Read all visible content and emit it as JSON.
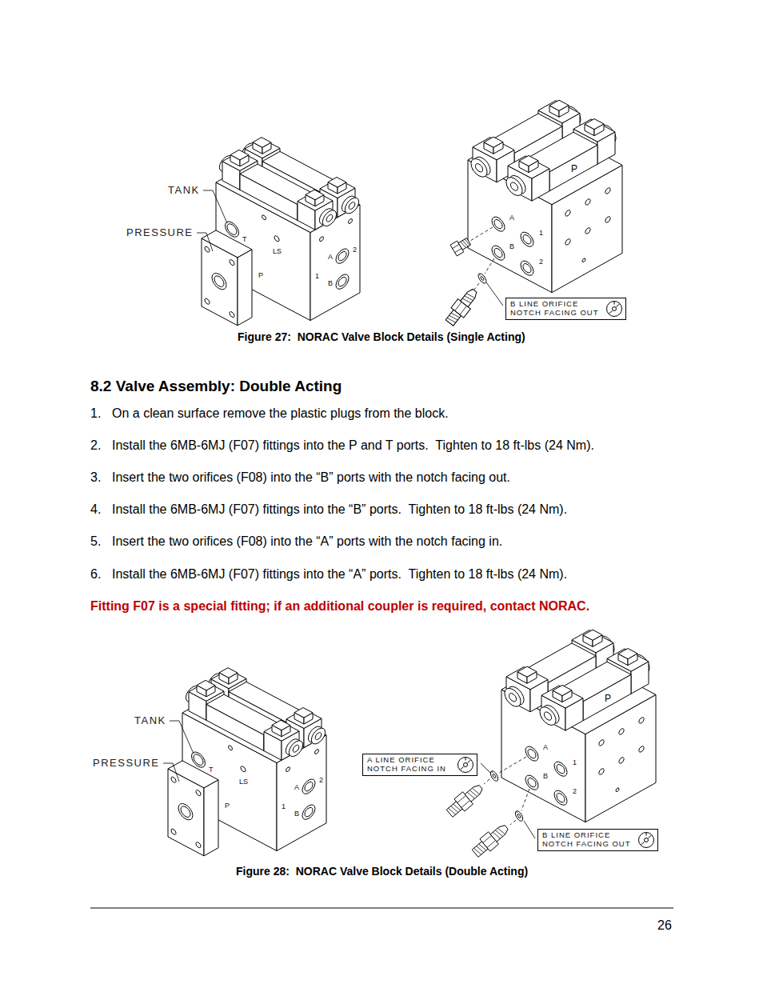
{
  "diagram": {
    "title": "8.2 Valve Assembly: Double Acting",
    "nodes": [
      {
        "text": [
          "B LINE ORIFICE NOTCH FACING OUT"
        ]
      },
      {
        "text": [
          "A LINE ORIFICE NOTCH FACING IN"
        ]
      },
      {
        "text": [
          "B LINE ORIFICE NOTCH FACING OUT"
        ]
      }
    ],
    "labels": [
      "TANK",
      "PRESSURE",
      "T",
      "LS",
      "P",
      "A",
      "2",
      "1",
      "B",
      "P",
      "A",
      "1",
      "B",
      "2",
      "Figure 27:  NORAC Valve Block Details (Single Acting)",
      "1.",
      "On a clean surface remove the plastic plugs from the block.",
      "2.",
      "Install the 6MB-6MJ (F07) fittings into the P and T ports.  Tighten to 18 ft-lbs (24 Nm).",
      "3.",
      "Insert the two orifices (F08) into the “B” ports with the notch facing out.",
      "4.",
      "Install the 6MB-6MJ (F07) fittings into the “B” ports.  Tighten to 18 ft-lbs (24 Nm).",
      "5.",
      "Insert the two orifices (F08) into the “A” ports with the notch facing in.",
      "6.",
      "Install the 6MB-6MJ (F07) fittings into the “A” ports.  Tighten to 18 ft-lbs (24 Nm).",
      "Fitting F07 is a special fitting; if an additional coupler is required, contact NORAC.",
      "TANK",
      "PRESSURE",
      "T",
      "LS",
      "P",
      "A",
      "2",
      "1",
      "B",
      "P",
      "A",
      "1",
      "B",
      "2",
      "Figure 28:  NORAC Valve Block Details (Double Acting)",
      "26"
    ]
  }
}
